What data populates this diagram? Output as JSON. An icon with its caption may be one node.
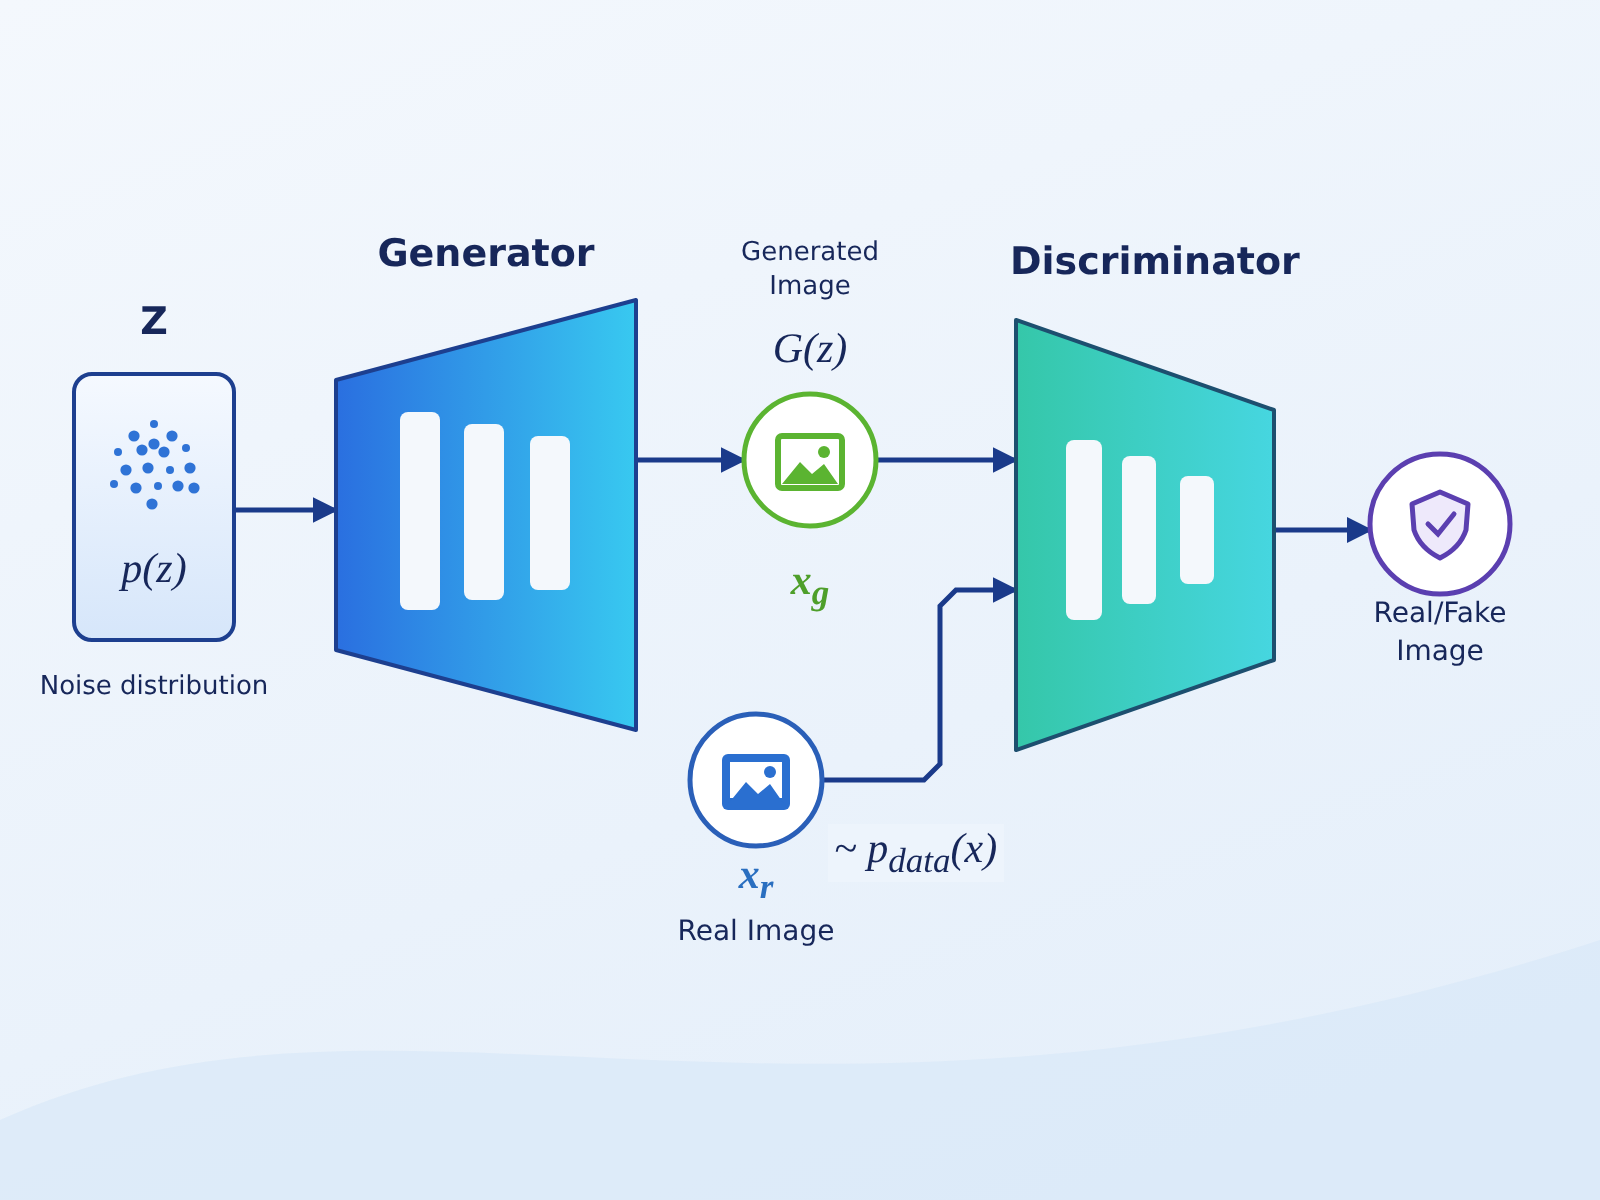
{
  "diagram": {
    "nodes": [
      {
        "text": [
          "Z",
          "p(z)"
        ],
        "beside": [
          "Noise distribution"
        ]
      },
      {
        "text": [
          "Generator"
        ]
      },
      {
        "text": [
          "Generated Image",
          "G(z)",
          "x$_{g}$"
        ]
      },
      {
        "text": [
          "Discriminator"
        ]
      },
      {
        "text": [
          "x$_{r}$",
          "Real Image"
        ]
      },
      {
        "text": [
          "Real/Fake Image"
        ]
      }
    ],
    "edges": [
      {
        "from": 0,
        "to": 1,
        "arrow": "to"
      },
      {
        "from": 1,
        "to": 2,
        "arrow": "to"
      },
      {
        "from": 2,
        "to": 3,
        "arrow": "to"
      },
      {
        "from": 4,
        "to": 3,
        "arrow": "to",
        "label": "~ p$_{data}$(x)"
      },
      {
        "from": 3,
        "to": 5,
        "arrow": "to"
      }
    ]
  }
}
